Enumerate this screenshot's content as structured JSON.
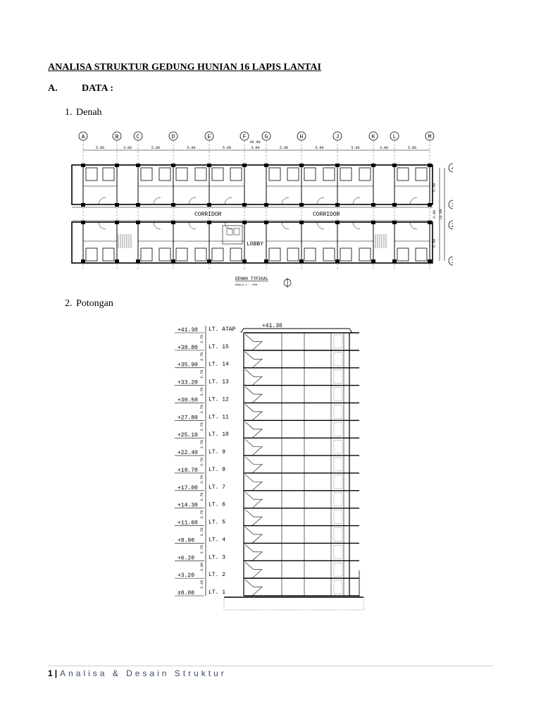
{
  "document": {
    "title": "ANALISA STRUKTUR GEDUNG HUNIAN  16 LAPIS LANTAI",
    "section": {
      "letter": "A.",
      "label": "DATA  :"
    },
    "items": [
      {
        "num": "1.",
        "label": "Denah"
      },
      {
        "num": "2.",
        "label": "Potongan"
      }
    ]
  },
  "plan": {
    "grid_letters": [
      "A",
      "B",
      "C",
      "D",
      "E",
      "F",
      "G",
      "H",
      "J",
      "K",
      "L",
      "M"
    ],
    "spans": [
      "5.00",
      "3.00",
      "5.00",
      "5.00",
      "5.00",
      "3.00",
      "5.00",
      "5.00",
      "5.00",
      "3.00",
      "5.00"
    ],
    "total": "49.00",
    "row_labels": [
      "4",
      "3",
      "2",
      "1"
    ],
    "row_dims": [
      "5.40",
      "3.00",
      "5.40",
      "13.80"
    ],
    "corridor_labels": [
      "CORRIDOR",
      "CORRIDOR"
    ],
    "lobby_label": "LOBBY",
    "caption": "DENAH TYPIKAL",
    "scale": "SKALA 1 : 200"
  },
  "section": {
    "top_label": "+41.30",
    "levels": [
      {
        "elev": "+41.30",
        "floor": "LT. ATAP",
        "h": ""
      },
      {
        "elev": "+38.80",
        "floor": "LT. 15",
        "h": "2.70"
      },
      {
        "elev": "+35.90",
        "floor": "LT. 14",
        "h": "2.70"
      },
      {
        "elev": "+33.20",
        "floor": "LT. 13",
        "h": "2.70"
      },
      {
        "elev": "+30.50",
        "floor": "LT. 12",
        "h": "2.70"
      },
      {
        "elev": "+27.80",
        "floor": "LT. 11",
        "h": "2.70"
      },
      {
        "elev": "+25.10",
        "floor": "LT. 10",
        "h": "2.70"
      },
      {
        "elev": "+22.40",
        "floor": "LT. 9",
        "h": "2.70"
      },
      {
        "elev": "+19.70",
        "floor": "LT. 8",
        "h": "2.70"
      },
      {
        "elev": "+17.00",
        "floor": "LT. 7",
        "h": "2.70"
      },
      {
        "elev": "+14.30",
        "floor": "LT. 6",
        "h": "2.70"
      },
      {
        "elev": "+11.60",
        "floor": "LT. 5",
        "h": "2.70"
      },
      {
        "elev": "+8.90",
        "floor": "LT. 4",
        "h": "2.70"
      },
      {
        "elev": "+6.20",
        "floor": "LT. 3",
        "h": "2.70"
      },
      {
        "elev": "+3.20",
        "floor": "LT. 2",
        "h": "3.00"
      },
      {
        "elev": "±0.00",
        "floor": "LT. 1",
        "h": "3.20"
      }
    ]
  },
  "footer": {
    "page": "1",
    "separator": "|",
    "text": "Analisa & Desain Struktur"
  }
}
